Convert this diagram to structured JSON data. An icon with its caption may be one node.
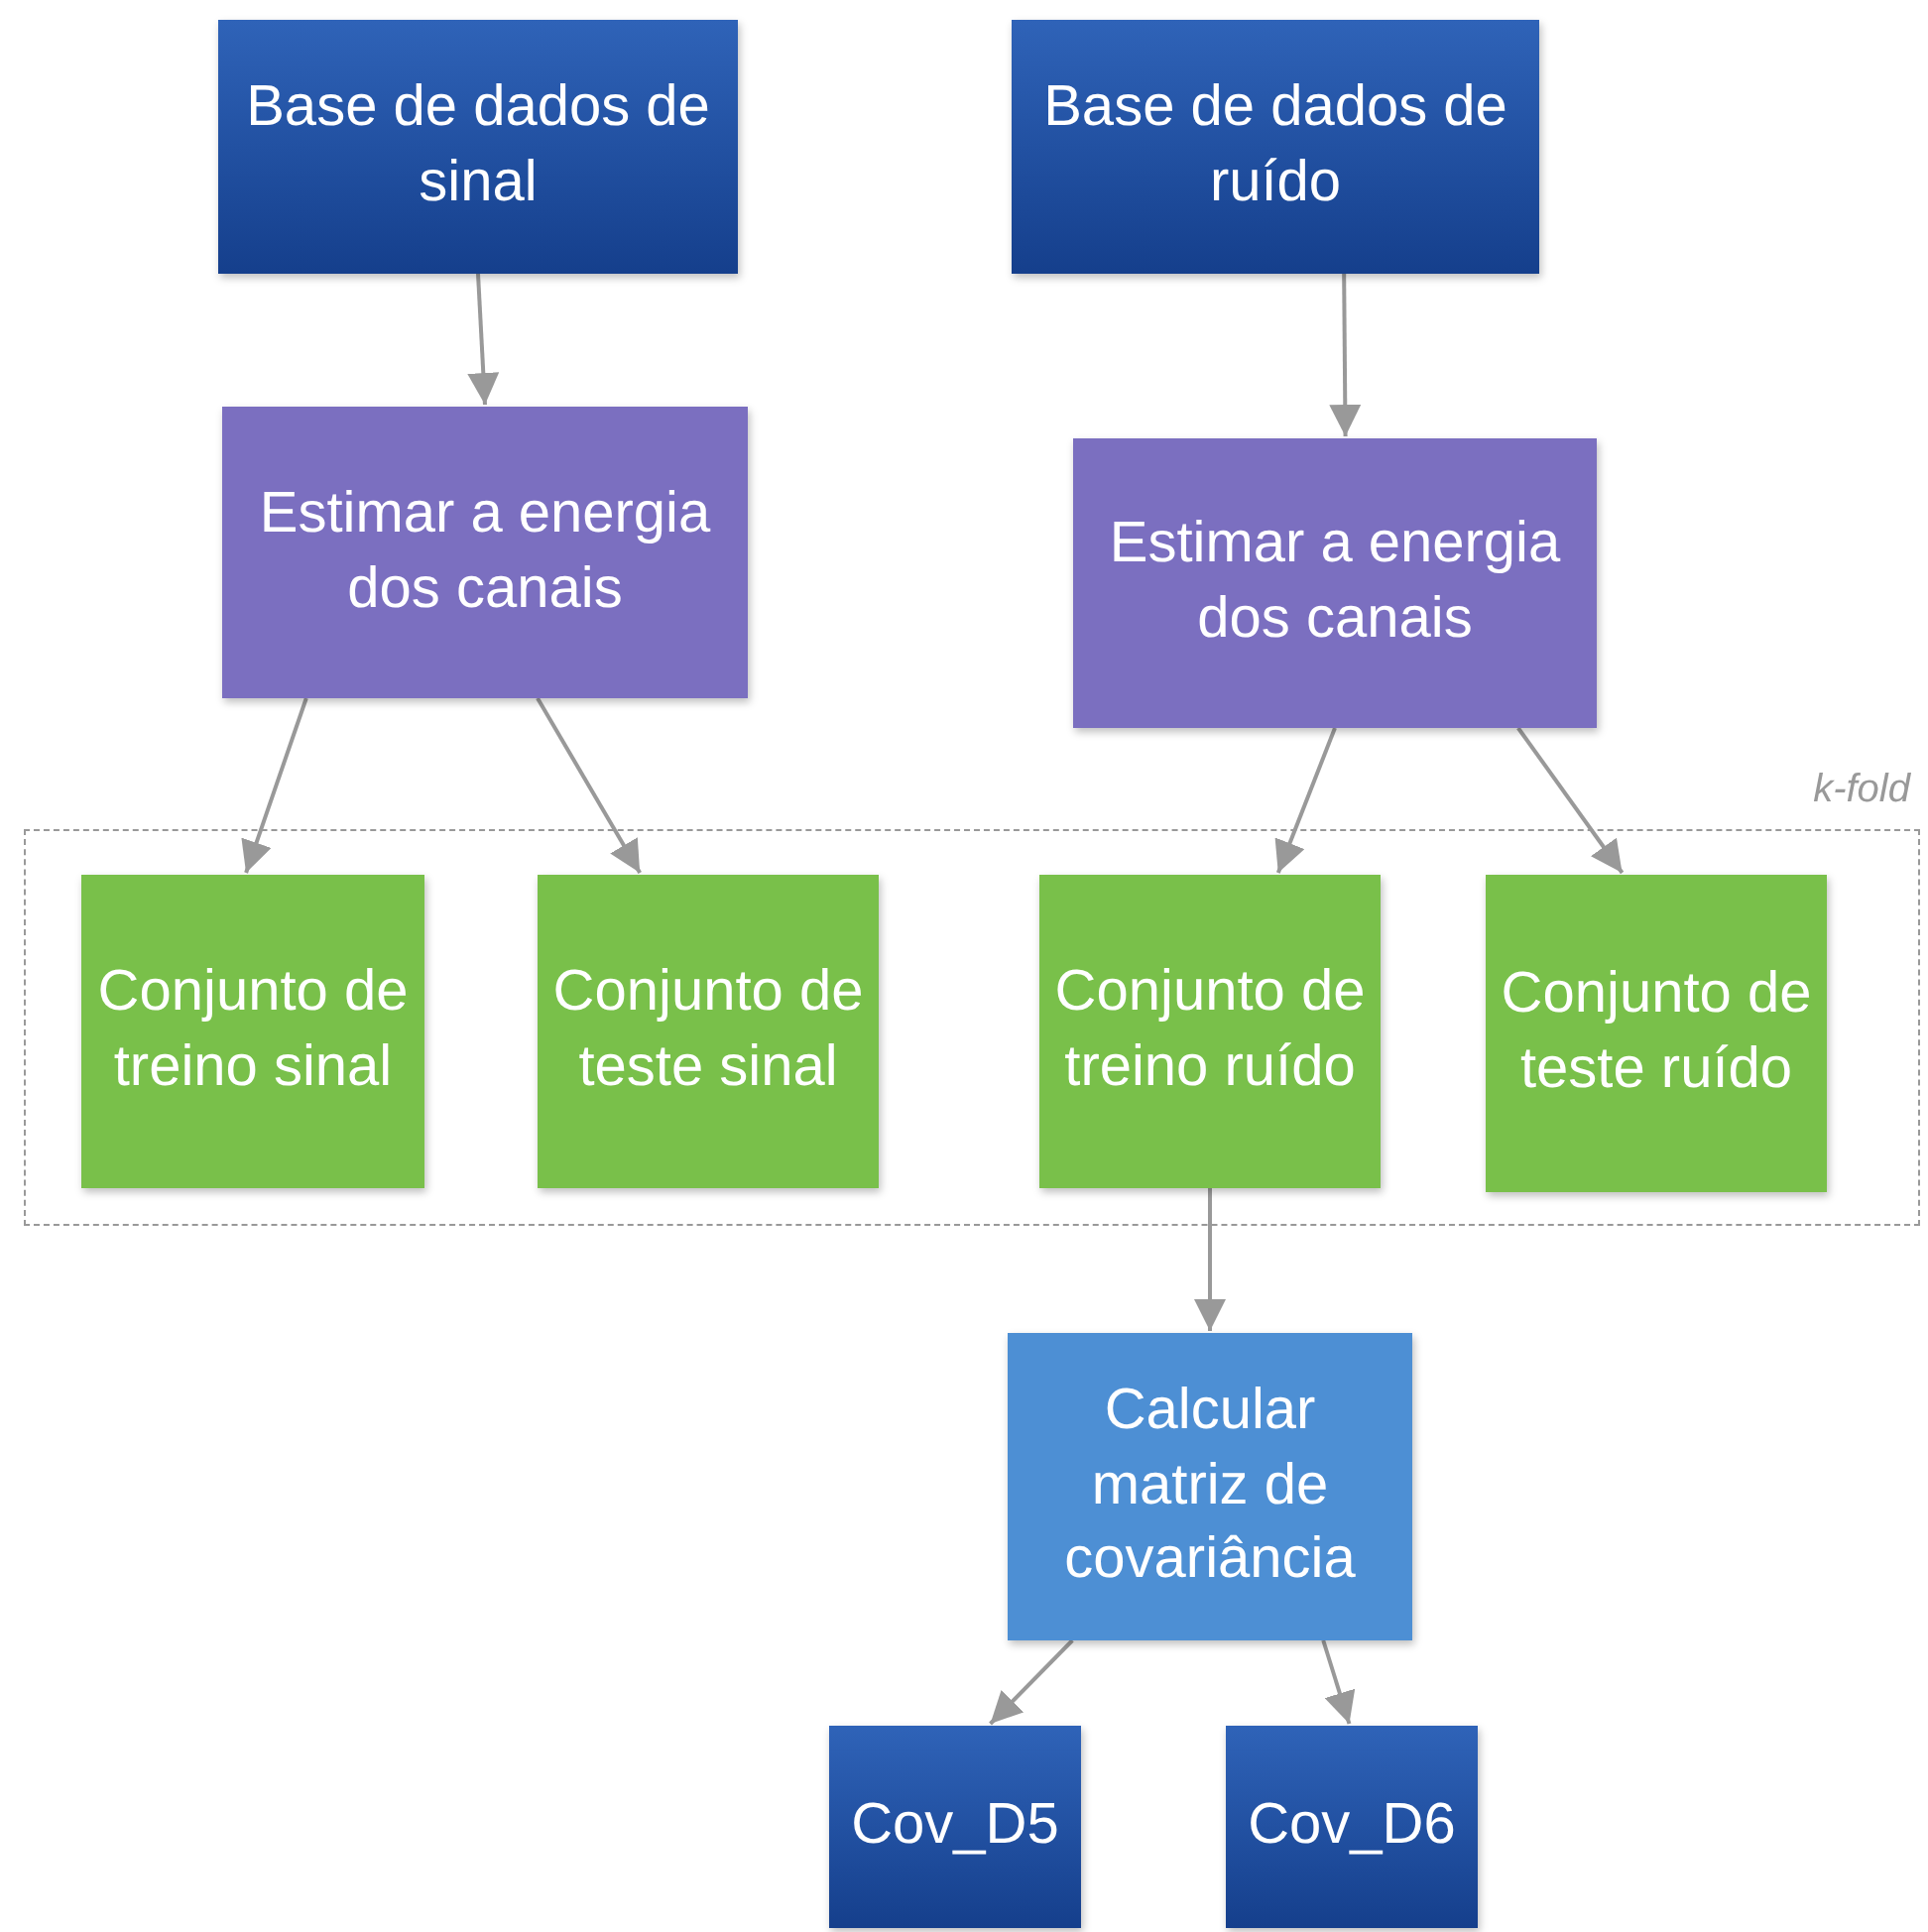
{
  "diagram": {
    "nodes": [
      {
        "text": [
          "Base de dados de sinal"
        ]
      },
      {
        "text": [
          "Base de dados de ruído"
        ]
      },
      {
        "text": [
          "Estimar a energia dos canais"
        ]
      },
      {
        "text": [
          "Estimar a energia dos canais"
        ]
      },
      {
        "text": [
          "k-fold"
        ]
      },
      {
        "text": [
          "Conjunto de treino sinal"
        ],
        "in": 4
      },
      {
        "text": [
          "Conjunto de teste sinal"
        ],
        "in": 4
      },
      {
        "text": [
          "Conjunto de treino ruído"
        ],
        "in": 4
      },
      {
        "text": [
          "Conjunto de teste ruído"
        ],
        "in": 4
      },
      {
        "text": [
          "Calcular matriz de covariância"
        ]
      },
      {
        "text": [
          "Cov_D5"
        ]
      },
      {
        "text": [
          "Cov_D6"
        ]
      }
    ],
    "edges": [
      {
        "from": 0,
        "to": 2,
        "arrow": "to"
      },
      {
        "from": 1,
        "to": 3,
        "arrow": "to"
      },
      {
        "from": 2,
        "to": 5,
        "arrow": "to"
      },
      {
        "from": 2,
        "to": 6,
        "arrow": "to"
      },
      {
        "from": 3,
        "to": 7,
        "arrow": "to"
      },
      {
        "from": 3,
        "to": 8,
        "arrow": "to"
      },
      {
        "from": 7,
        "to": 9,
        "arrow": "to"
      },
      {
        "from": 9,
        "to": 10,
        "arrow": "to"
      },
      {
        "from": 9,
        "to": 11,
        "arrow": "to"
      }
    ]
  }
}
